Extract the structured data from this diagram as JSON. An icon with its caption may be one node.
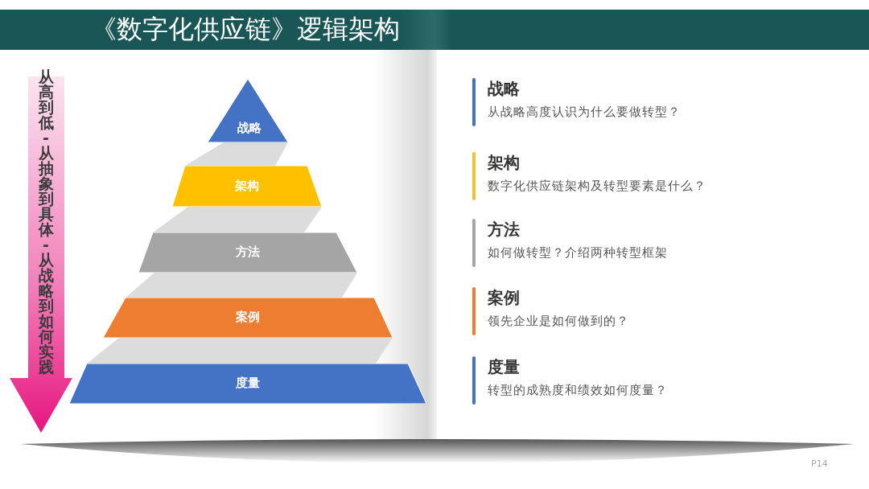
{
  "diagram": {
    "title": "《数字化供应链》逻辑架构",
    "nodes": [
      {
        "text": [
          "战略"
        ]
      },
      {
        "text": [
          "架构"
        ]
      },
      {
        "text": [
          "方法"
        ]
      },
      {
        "text": [
          "案例"
        ]
      },
      {
        "text": [
          "度量"
        ]
      },
      {
        "text": [
          "战略",
          "从战略高度认识为什么要做转型？"
        ]
      },
      {
        "text": [
          "架构",
          "数字化供应链架构及转型要素是什么？"
        ]
      },
      {
        "text": [
          "方法",
          "如何做转型？介绍两种转型框架"
        ]
      },
      {
        "text": [
          "案例",
          "领先企业是如何做到的？"
        ]
      },
      {
        "text": [
          "度量",
          "转型的成熟度和绩效如何度量？"
        ]
      }
    ],
    "labels": [
      "从高到低-从抽象到具体-从战略到如何实践",
      "P14"
    ]
  }
}
